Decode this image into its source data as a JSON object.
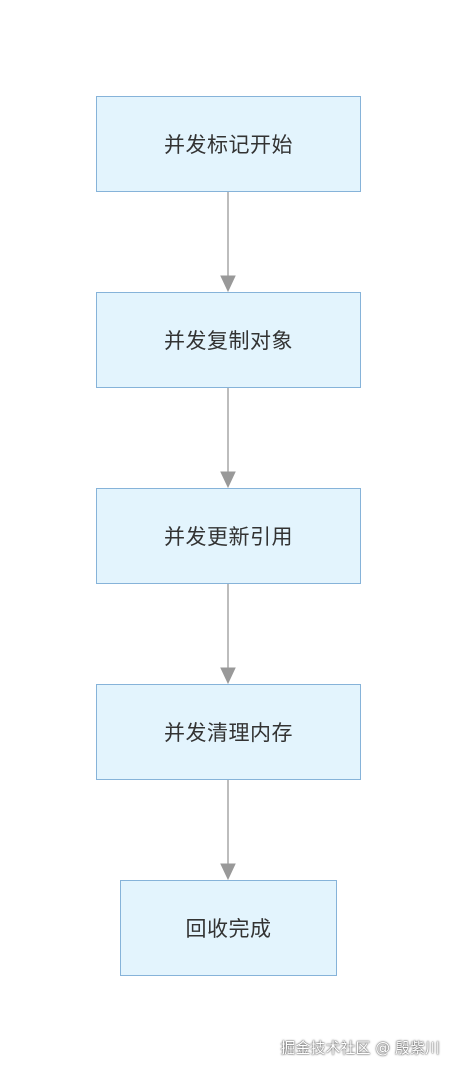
{
  "nodes": [
    {
      "id": "n1",
      "label": "并发标记开始"
    },
    {
      "id": "n2",
      "label": "并发复制对象"
    },
    {
      "id": "n3",
      "label": "并发更新引用"
    },
    {
      "id": "n4",
      "label": "并发清理内存"
    },
    {
      "id": "n5",
      "label": "回收完成"
    }
  ],
  "edges": [
    {
      "from": "n1",
      "to": "n2"
    },
    {
      "from": "n2",
      "to": "n3"
    },
    {
      "from": "n3",
      "to": "n4"
    },
    {
      "from": "n4",
      "to": "n5"
    }
  ],
  "colors": {
    "node_fill": "#e3f4fd",
    "node_border": "#86b3d9",
    "edge": "#999999",
    "text": "#333333"
  },
  "watermark": "掘金技术社区 @ 殷紫川"
}
